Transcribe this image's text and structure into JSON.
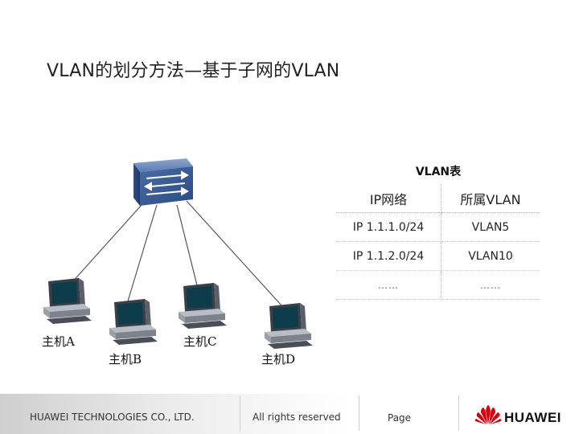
{
  "title": "VLAN的划分方法—基于子网的VLAN",
  "hosts": {
    "a": "主机A",
    "b": "主机B",
    "c": "主机C",
    "d": "主机D"
  },
  "vlan_table": {
    "title": "VLAN表",
    "headers": [
      "IP网络",
      "所属VLAN"
    ],
    "rows": [
      [
        "IP 1.1.1.0/24",
        "VLAN5"
      ],
      [
        "IP 1.1.2.0/24",
        "VLAN10"
      ],
      [
        "……",
        "……"
      ]
    ]
  },
  "footer": {
    "company": "HUAWEI TECHNOLOGIES CO., LTD.",
    "rights": "All rights reserved",
    "page": "Page",
    "logo_text": "HUAWEI"
  },
  "colors": {
    "switch": "#3c5f97",
    "logo_red": "#d7000f"
  }
}
